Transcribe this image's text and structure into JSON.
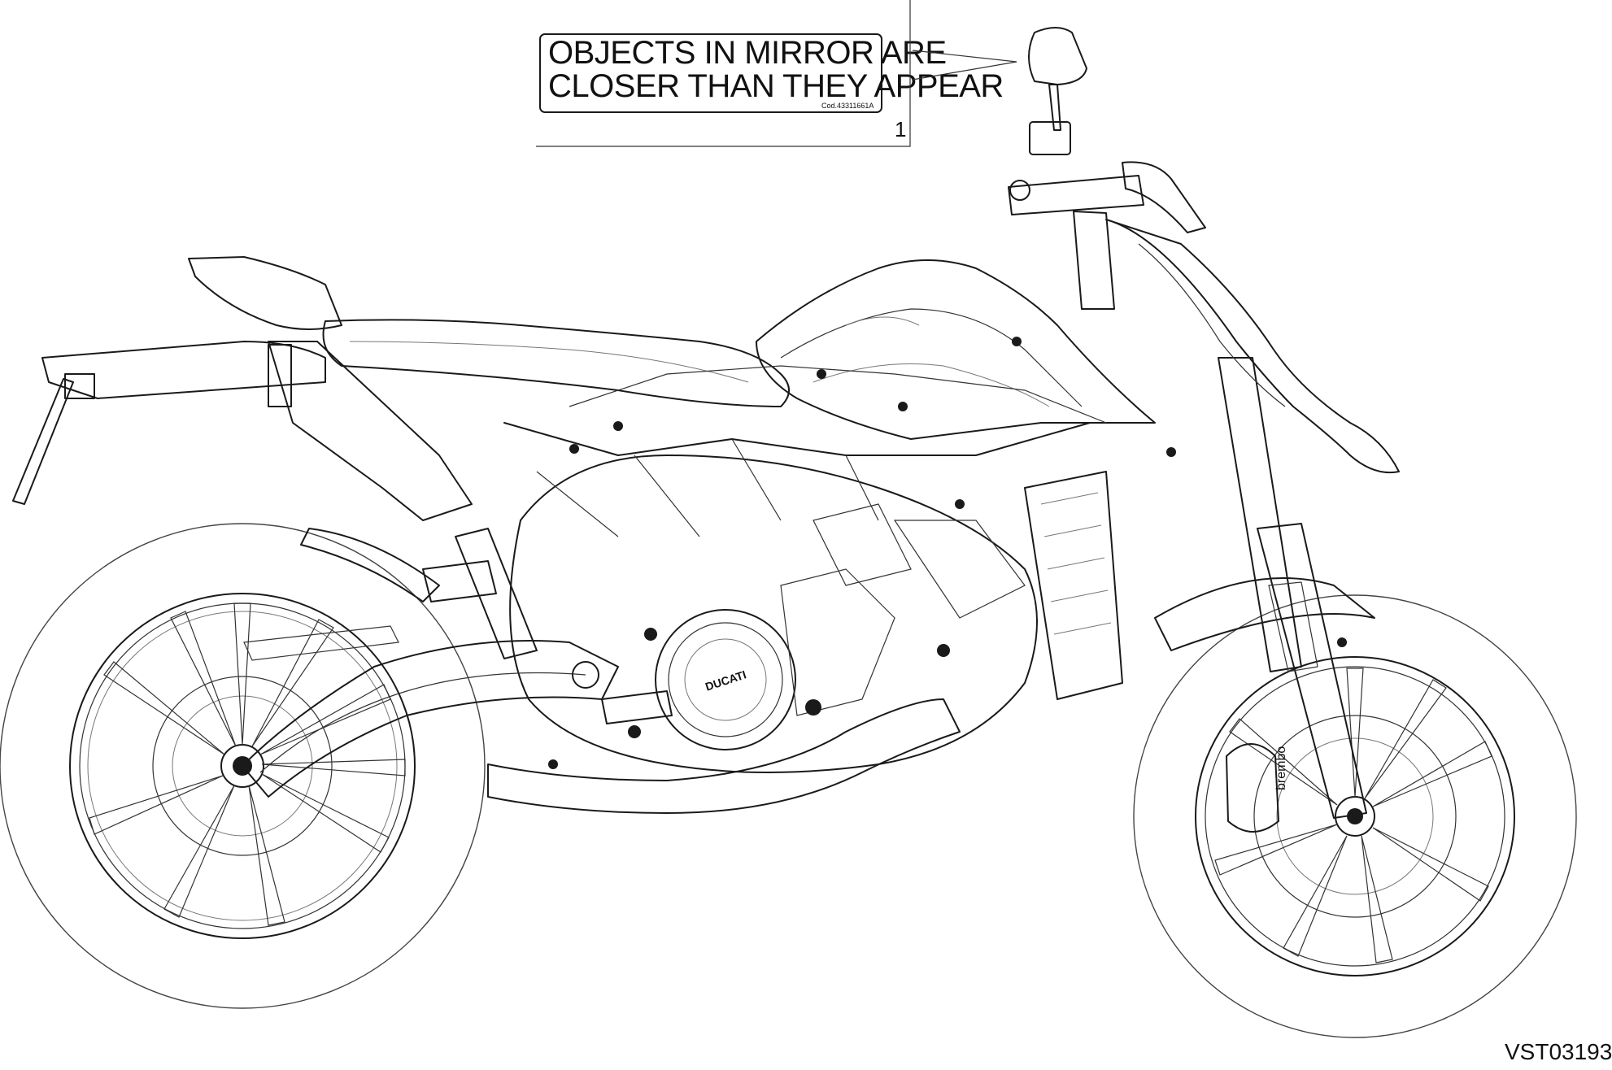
{
  "label": {
    "line1": "OBJECTS IN MIRROR ARE",
    "line2": "CLOSER THAN THEY APPEAR",
    "code": "Cod.43311661A"
  },
  "callout_number": "1",
  "drawing_code": "VST03193",
  "brand_engine_cover": "DUCATI",
  "brand_caliper": "brembo"
}
